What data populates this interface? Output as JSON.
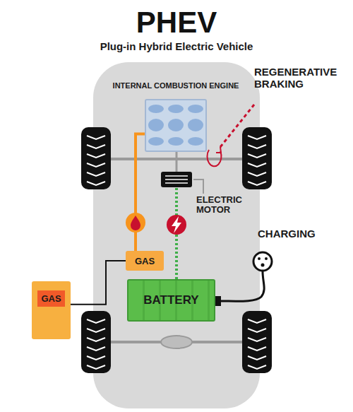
{
  "diagram": {
    "title": "PHEV",
    "nodes": [
      {
        "text": [
          "INTERNAL COMBUSTION ENGINE"
        ]
      },
      {
        "text": [
          "ELECTRIC MOTOR"
        ]
      },
      {
        "text": [
          "GAS"
        ]
      },
      {
        "text": [
          "GAS"
        ]
      },
      {
        "text": [
          "BATTERY"
        ]
      }
    ],
    "edges": [
      {
        "from": 3,
        "to": 2,
        "arrow": "none"
      },
      {
        "from": 2,
        "to": 0,
        "arrow": "none"
      },
      {
        "from": 0,
        "to": 1,
        "arrow": "none"
      },
      {
        "from": 4,
        "to": 1,
        "arrow": "none"
      }
    ],
    "labels": [
      "Plug-in Hybrid Electric Vehicle",
      "REGENERATIVE BRAKING",
      "CHARGING"
    ]
  }
}
